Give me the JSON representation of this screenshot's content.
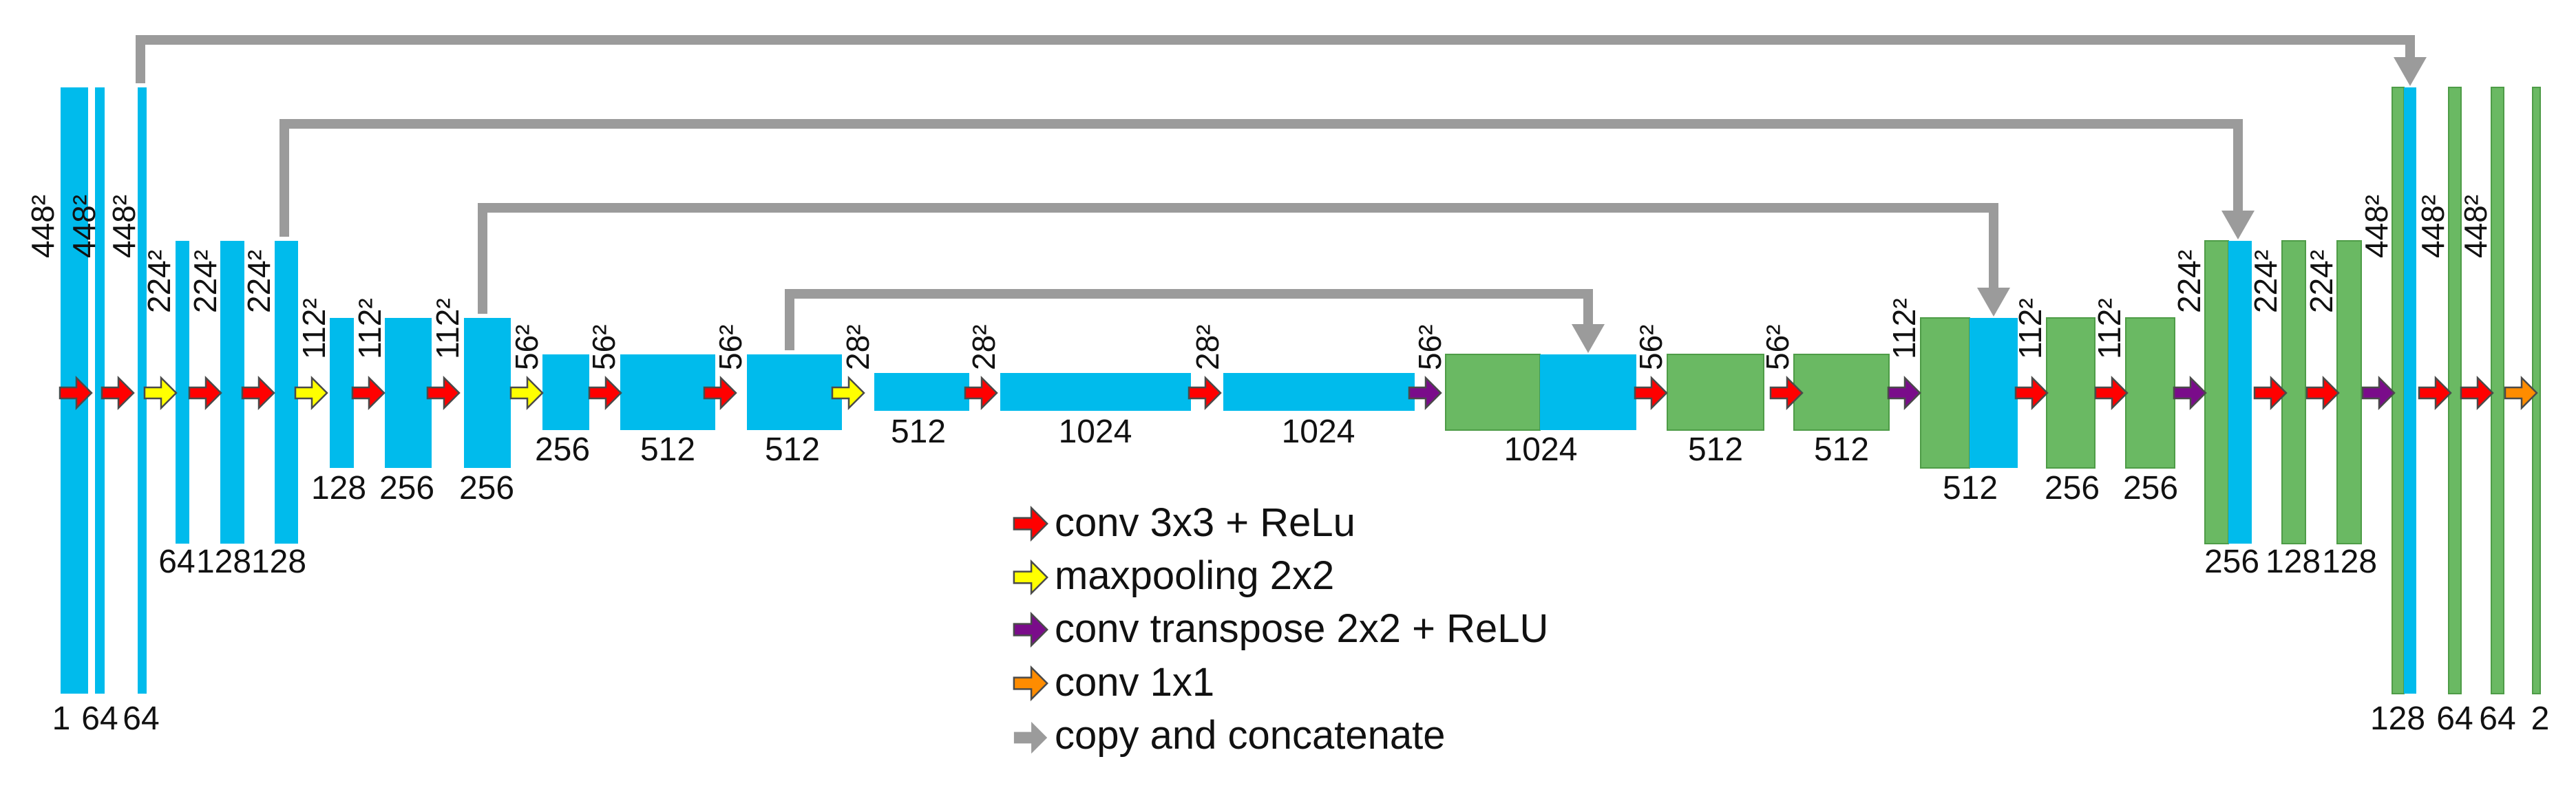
{
  "colors": {
    "encoder_block": "#00bbec",
    "decoder_block": "#6ab963",
    "decoder_border": "#4e9c47",
    "skip_path": "#9b9b9b",
    "conv3x3": "#ff0000",
    "maxpool": "#ffff00",
    "conv_transpose": "#7a0c8a",
    "conv1x1": "#ff8c00"
  },
  "channel_labels": [
    "1",
    "64",
    "64",
    "64",
    "128",
    "128",
    "128",
    "256",
    "256",
    "256",
    "512",
    "512",
    "512",
    "1024",
    "1024",
    "1024",
    "512",
    "512",
    "512",
    "256",
    "256",
    "256",
    "128",
    "128",
    "128",
    "64",
    "64",
    "2"
  ],
  "dimension_labels": [
    "448²",
    "448²",
    "448²",
    "224²",
    "224²",
    "224²",
    "112²",
    "112²",
    "112²",
    "56²",
    "56²",
    "56²",
    "28²",
    "28²",
    "28²",
    "56²",
    "56²",
    "56²",
    "112²",
    "112²",
    "112²",
    "224²",
    "224²",
    "224²",
    "448²",
    "448²",
    "448²"
  ],
  "operation_arrows": [
    "conv3x3",
    "conv3x3",
    "maxpool",
    "conv3x3",
    "conv3x3",
    "maxpool",
    "conv3x3",
    "conv3x3",
    "maxpool",
    "conv3x3",
    "conv3x3",
    "maxpool",
    "conv3x3",
    "conv3x3",
    "conv_transpose",
    "conv3x3",
    "conv3x3",
    "conv_transpose",
    "conv3x3",
    "conv3x3",
    "conv_transpose",
    "conv3x3",
    "conv3x3",
    "conv_transpose",
    "conv3x3",
    "conv3x3",
    "conv1x1"
  ],
  "legend": [
    {
      "op": "conv3x3",
      "label": "conv 3x3 + ReLu"
    },
    {
      "op": "maxpool",
      "label": "maxpooling 2x2"
    },
    {
      "op": "conv_transpose",
      "label": "conv transpose 2x2 + ReLU"
    },
    {
      "op": "conv1x1",
      "label": "conv 1x1"
    },
    {
      "op": "copy",
      "label": "copy and concatenate"
    }
  ]
}
